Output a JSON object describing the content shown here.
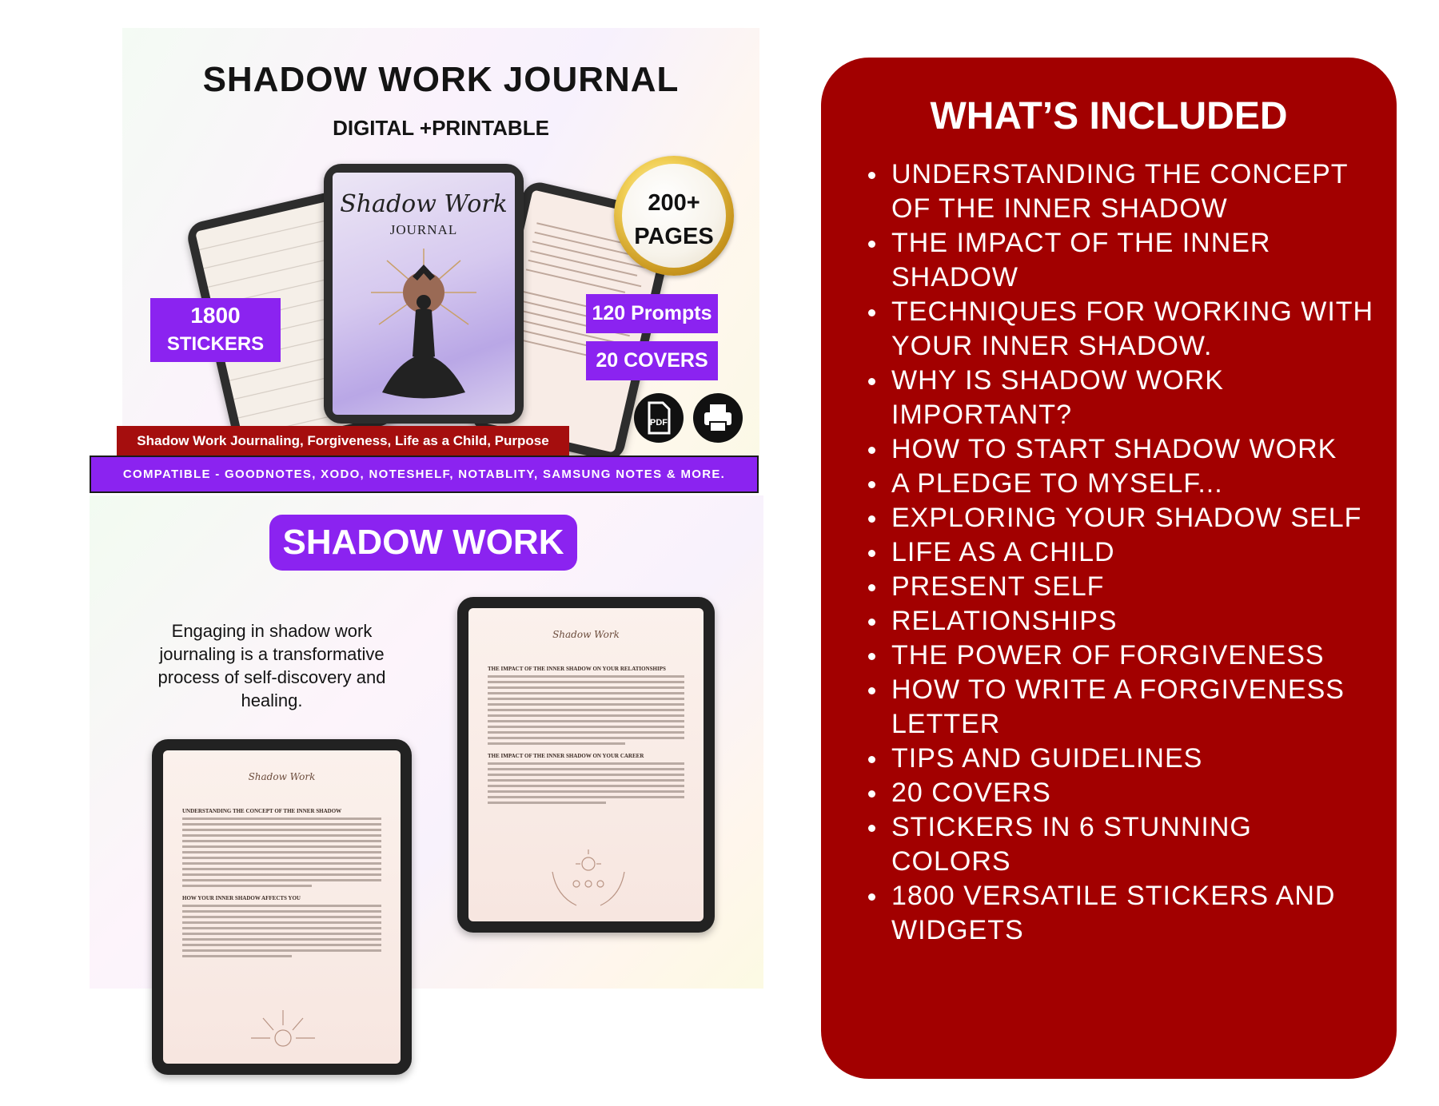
{
  "product": {
    "title": "SHADOW WORK JOURNAL",
    "subtitle": "DIGITAL +PRINTABLE",
    "cover_script": "Shadow Work",
    "cover_sub": "JOURNAL",
    "pages_badge": [
      "200+",
      "PAGES"
    ],
    "stickers_badge": [
      "1800",
      "STICKERS"
    ],
    "prompts_badge": "120 Prompts",
    "covers_badge": "20 COVERS",
    "pdf_icon_label": "PDF",
    "topics": "Shadow Work Journaling, Forgiveness, Life as a Child, Purpose",
    "compatible": "COMPATIBLE - GOODNOTES, XODO, NOTESHELF, NOTABLITY, SAMSUNG NOTES & MORE."
  },
  "preview": {
    "heading": "SHADOW WORK",
    "intro": "Engaging in shadow work journaling is a transformative process of self-discovery and healing.",
    "page_a": {
      "title": "Shadow Work",
      "section1": "THE IMPACT OF THE INNER SHADOW ON YOUR RELATIONSHIPS",
      "section2": "THE IMPACT OF THE INNER SHADOW ON YOUR CAREER"
    },
    "page_b": {
      "title": "Shadow Work",
      "section1": "UNDERSTANDING THE CONCEPT OF THE INNER SHADOW",
      "section2": "HOW YOUR INNER SHADOW AFFECTS YOU"
    }
  },
  "included": {
    "title": "WHAT’S INCLUDED",
    "items": [
      "UNDERSTANDING THE CONCEPT OF THE INNER SHADOW",
      "THE IMPACT OF THE INNER SHADOW",
      "TECHNIQUES FOR WORKING WITH YOUR INNER SHADOW.",
      "WHY IS SHADOW WORK IMPORTANT?",
      "HOW TO START SHADOW WORK",
      "A PLEDGE TO MYSELF...",
      "EXPLORING YOUR SHADOW SELF",
      "LIFE AS A CHILD",
      " PRESENT SELF",
      "RELATIONSHIPS",
      " THE POWER OF FORGIVENESS",
      " HOW TO WRITE A FORGIVENESS LETTER",
      "TIPS AND GUIDELINES",
      "20 COVERS",
      "STICKERS IN 6 STUNNING COLORS",
      "1800 VERSATILE STICKERS AND WIDGETS"
    ]
  },
  "colors": {
    "purple": "#8b23f0",
    "red": "#a20000",
    "topics_red": "#a50e0e",
    "gold": "#c8961f"
  }
}
